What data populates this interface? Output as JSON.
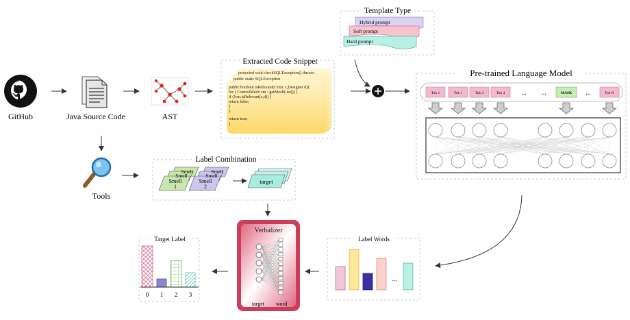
{
  "sources": {
    "github": "GitHub",
    "java_source": "Java Source Code",
    "ast": "AST",
    "tools": "Tools"
  },
  "snippet": {
    "title": "Extracted Code Snippet",
    "back_line_1": "protected void checkSQLException() throws",
    "back_line_2": "public static SQLException",
    "lines": [
      "public boolean isRelevant(Critic c,Designer d){",
      "  for ( ControlMech cm : getMechList()) {",
      "    if (!cm.isRelevant(c,d)) {",
      "      return false;",
      "    }",
      "  }",
      "  return true;",
      "}"
    ]
  },
  "template": {
    "title": "Template Type",
    "hybrid": "Hybrid prompt",
    "soft": "Soft prompt",
    "hard": "Hard prompt"
  },
  "plm": {
    "title": "Pre-trained Language Model",
    "tokens": [
      "Tok 1",
      "Tok 1",
      "Tok 3",
      "Tok 4",
      "MASK",
      "Tok N"
    ],
    "ellipsis": "..."
  },
  "label_combination": {
    "title": "Label Combination",
    "smell_1": "Smell\n1",
    "smell_2": "Smell\n2",
    "smell_word": "Smell",
    "target": "target"
  },
  "verbalizer": {
    "title": "Verbalizer",
    "target": "target",
    "word": "word"
  },
  "label_words": {
    "title": "Label Words",
    "ellipsis": "..."
  },
  "target_label": {
    "title": "Target Label",
    "ticks": [
      "0",
      "1",
      "2",
      "3"
    ]
  },
  "colors": {
    "arrow": "#333333",
    "dashed_box": "#c8c8c8",
    "snippet_fill": "#fde79b",
    "hybrid": "#d9d2f0",
    "soft": "#f7c3cf",
    "hard": "#b8f0e4",
    "token_pink": "#f4b9cf",
    "mask_green": "#c7ecb4",
    "verbalizer": "#d44a64",
    "smell_green": "#c9e6ae",
    "smell_purple": "#ccc5ee",
    "target_teal": "#a8ece0"
  }
}
